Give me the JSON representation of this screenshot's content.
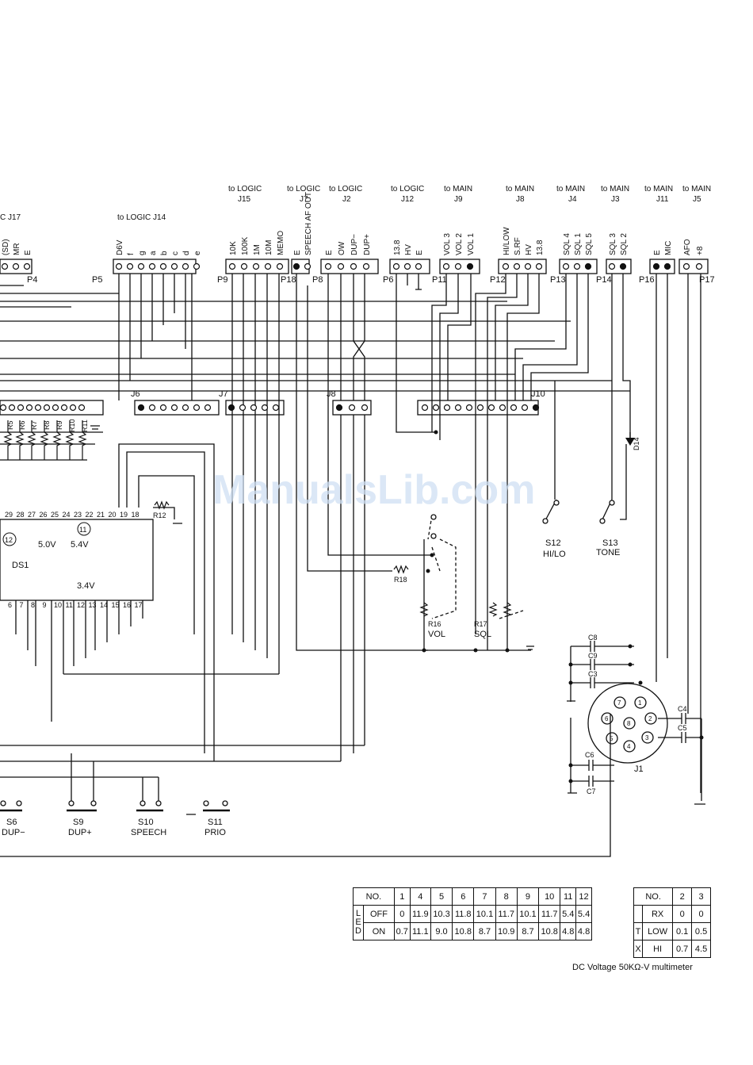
{
  "watermark": "ManualsLib.com",
  "headers": [
    {
      "l1": "to LOGIC",
      "l2": "J15"
    },
    {
      "l1": "to LOGIC",
      "l2": "J7"
    },
    {
      "l1": "to LOGIC",
      "l2": "J2"
    },
    {
      "l1": "to LOGIC",
      "l2": "J12"
    },
    {
      "l1": "to MAIN",
      "l2": "J9"
    },
    {
      "l1": "to MAIN",
      "l2": "J8"
    },
    {
      "l1": "to MAIN",
      "l2": "J4"
    },
    {
      "l1": "to MAIN",
      "l2": "J3"
    },
    {
      "l1": "to MAIN",
      "l2": "J11"
    },
    {
      "l1": "to MAIN",
      "l2": "J5"
    }
  ],
  "left_header": "C J17",
  "logic_j14": "to LOGIC J14",
  "plugs": [
    "P4",
    "P5",
    "P9",
    "P18",
    "P8",
    "P6",
    "P11",
    "P12",
    "P13",
    "P14",
    "P16",
    "P17"
  ],
  "pin_labels": {
    "p4": [
      "(SD)",
      "MR",
      "E"
    ],
    "p5": [
      "D6V",
      "f",
      "g",
      "a",
      "b",
      "c",
      "d",
      "e"
    ],
    "p9": [
      "10K",
      "100K",
      "1M",
      "10M",
      "MEMO"
    ],
    "p18": [
      "E",
      "SPEECH AF OUT"
    ],
    "p8": [
      "E",
      "OW",
      "DUP−",
      "DUP+"
    ],
    "p6": [
      "13.8",
      "HV",
      "E"
    ],
    "p11": [
      "VOL 3",
      "VOL 2",
      "VOL 1"
    ],
    "p12": [
      "HI/LOW",
      "S.RF",
      "HV",
      "13.8"
    ],
    "p13": [
      "SQL 4",
      "SQL 1",
      "SQL 5"
    ],
    "p14": [
      "SQL 3",
      "SQL 2"
    ],
    "p16": [
      "E",
      "MIC"
    ],
    "p17": [
      "AFO",
      "+8"
    ]
  },
  "jacks": [
    "J6",
    "J7",
    "J8",
    "J10"
  ],
  "resistors": [
    "R5",
    "R6",
    "R7",
    "R8",
    "R9",
    "R10",
    "R11"
  ],
  "r12": "R12",
  "r18": "R18",
  "r16": "R16",
  "r16_name": "VOL",
  "r17": "R17",
  "r17_name": "SQL",
  "d14": "D14",
  "ds1": "DS1",
  "ds1_top_pins": [
    "29",
    "28",
    "27",
    "26",
    "25",
    "24",
    "23",
    "22",
    "21",
    "20",
    "19",
    "18"
  ],
  "ds1_bottom_pins": [
    "6",
    "7",
    "8",
    "9",
    "10",
    "11",
    "12",
    "13",
    "14",
    "15",
    "16",
    "17"
  ],
  "v50": "5.0V",
  "v54": "5.4V",
  "v34": "3.4V",
  "c12": "12",
  "c11": "11",
  "switches": [
    {
      "id": "S6",
      "name": "DUP−"
    },
    {
      "id": "S9",
      "name": "DUP+"
    },
    {
      "id": "S10",
      "name": "SPEECH"
    },
    {
      "id": "S11",
      "name": "PRIO"
    }
  ],
  "s12": {
    "id": "S12",
    "name": "HI/LO"
  },
  "s13": {
    "id": "S13",
    "name": "TONE"
  },
  "caps": [
    "C8",
    "C9",
    "C3",
    "C4",
    "C5",
    "C6",
    "C7"
  ],
  "j1": "J1",
  "j1_pins": [
    "1",
    "2",
    "3",
    "4",
    "5",
    "6",
    "7",
    "8"
  ],
  "led_table": {
    "header": [
      "NO.",
      "1",
      "4",
      "5",
      "6",
      "7",
      "8",
      "9",
      "10",
      "11",
      "12"
    ],
    "side": [
      "L",
      "E",
      "D"
    ],
    "rows": [
      [
        "OFF",
        "0",
        "11.9",
        "10.3",
        "11.8",
        "10.1",
        "11.7",
        "10.1",
        "11.7",
        "5.4",
        "5.4"
      ],
      [
        "ON",
        "0.7",
        "11.1",
        "9.0",
        "10.8",
        "8.7",
        "10.9",
        "8.7",
        "10.8",
        "4.8",
        "4.8"
      ]
    ]
  },
  "tx_table": {
    "header": [
      "NO.",
      "2",
      "3"
    ],
    "rows": [
      [
        "",
        "RX",
        "0",
        "0"
      ],
      [
        "T",
        "LOW",
        "0.1",
        "0.5"
      ],
      [
        "X",
        "HI",
        "0.7",
        "4.5"
      ]
    ]
  },
  "note": "DC Voltage 50KΩ-V multimeter"
}
